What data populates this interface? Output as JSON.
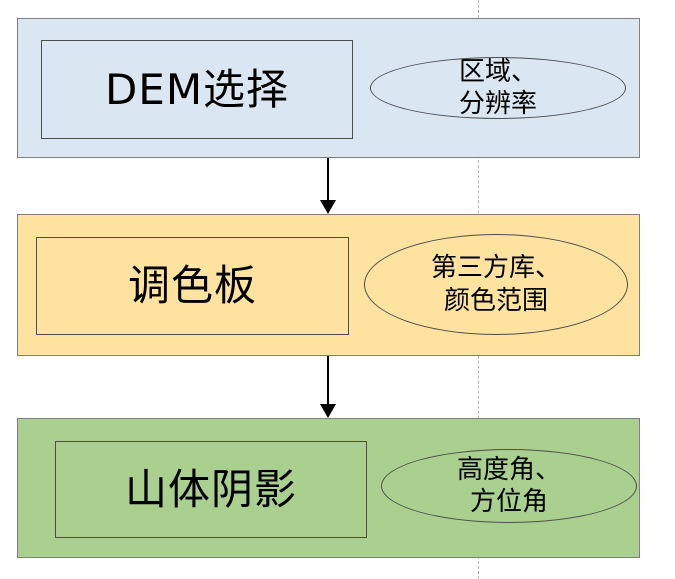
{
  "stages": [
    {
      "title": "DEM选择",
      "params": [
        "区域、",
        "分辨率"
      ],
      "fill_color": "#dae6f2"
    },
    {
      "title": "调色板",
      "params": [
        "第三方库、",
        "颜色范围"
      ],
      "fill_color": "#fde39f"
    },
    {
      "title": "山体阴影",
      "params": [
        "高度角、",
        "方位角"
      ],
      "fill_color": "#a9d08e"
    }
  ],
  "colors": {
    "border": "#7f7f7f",
    "inner_border": "#4d4d4d",
    "arrow": "#000000",
    "dash": "#b8b8b8"
  }
}
